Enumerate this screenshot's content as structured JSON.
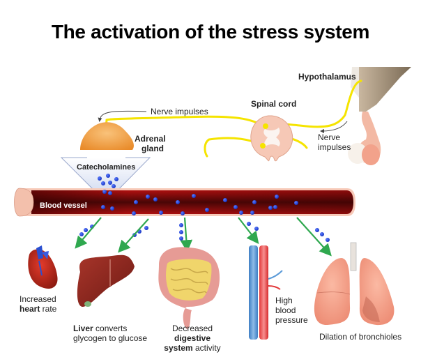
{
  "title": "The activation of the stress system",
  "labels": {
    "hypothalamus": "Hypothalamus",
    "spinal_cord": "Spinal cord",
    "nerve_impulses_top": "Nerve impulses",
    "nerve_impulses_right_line1": "Nerve",
    "nerve_impulses_right_line2": "impulses",
    "adrenal_line1": "Adrenal",
    "adrenal_line2": "gland",
    "catecholamines": "Catecholamines",
    "blood_vessel": "Blood vessel"
  },
  "effects": [
    {
      "id": "heart",
      "line1": "Increased",
      "bold": "heart",
      "rest": " rate"
    },
    {
      "id": "liver",
      "bold": "Liver",
      "rest": " converts",
      "line2": "glycogen to glucose"
    },
    {
      "id": "digestive",
      "line1_pre": "Decreased ",
      "line1_bold": "digestive",
      "line2_bold": "system",
      "line2_rest": " activity"
    },
    {
      "id": "blood_pressure",
      "line1": "High",
      "line2": "blood",
      "line3": "pressure"
    },
    {
      "id": "lungs",
      "line1": "Dilation of bronchioles"
    }
  ],
  "colors": {
    "nerve": "#f5e400",
    "molecule": "#1f3fd6",
    "arrow": "#2fa84f",
    "vessel": "#7a0a0a",
    "vessel_wall": "#f7c9b8",
    "adrenal": "#f3a24a"
  }
}
